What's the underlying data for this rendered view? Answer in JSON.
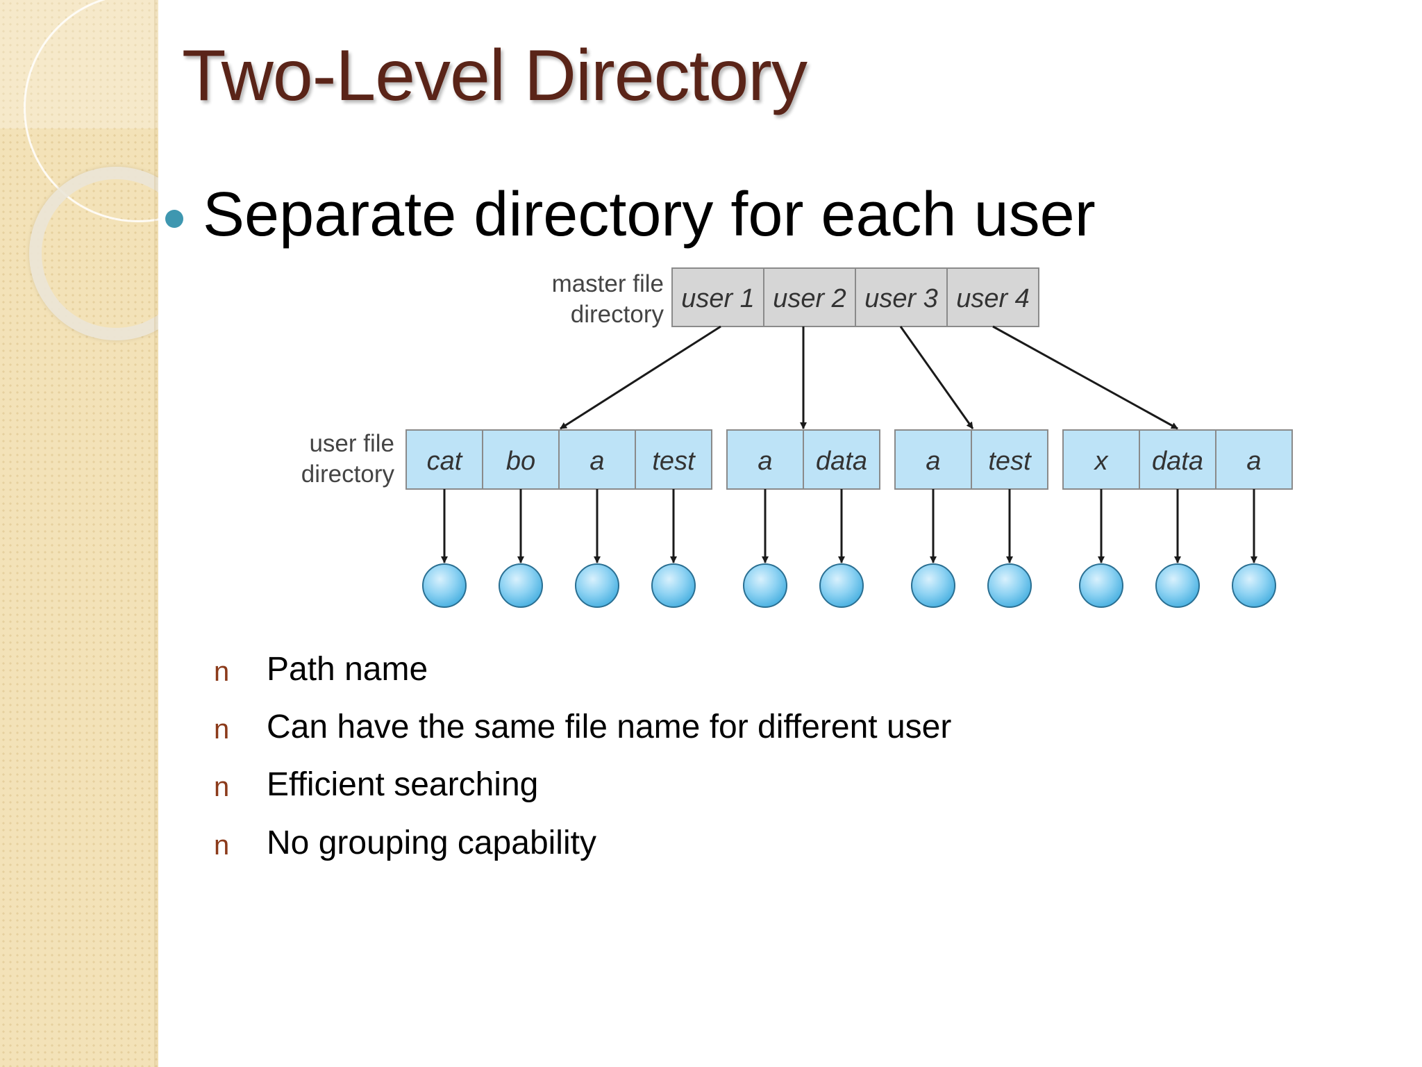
{
  "slide": {
    "title": "Two-Level Directory",
    "bullet": "Separate directory for each user",
    "sub_bullets": [
      {
        "marker": "n",
        "text": "Path name"
      },
      {
        "marker": "n",
        "text": "Can have the same file name for different user"
      },
      {
        "marker": "n",
        "text": "Efficient searching"
      },
      {
        "marker": "n",
        "text": "No grouping capability"
      }
    ]
  },
  "diagram": {
    "master_label": [
      "master file",
      "directory"
    ],
    "user_label": [
      "user file",
      "directory"
    ],
    "master_entries": [
      "user 1",
      "user 2",
      "user 3",
      "user 4"
    ],
    "user_directories": [
      [
        "cat",
        "bo",
        "a",
        "test"
      ],
      [
        "a",
        "data"
      ],
      [
        "a",
        "test"
      ],
      [
        "x",
        "data",
        "a"
      ]
    ],
    "colors": {
      "master_fill": "#d6d6d6",
      "user_fill": "#bde3f7",
      "file_fill": "#7ccbf0",
      "box_stroke": "#8a8a8a",
      "arrow": "#1a1a1a"
    }
  }
}
